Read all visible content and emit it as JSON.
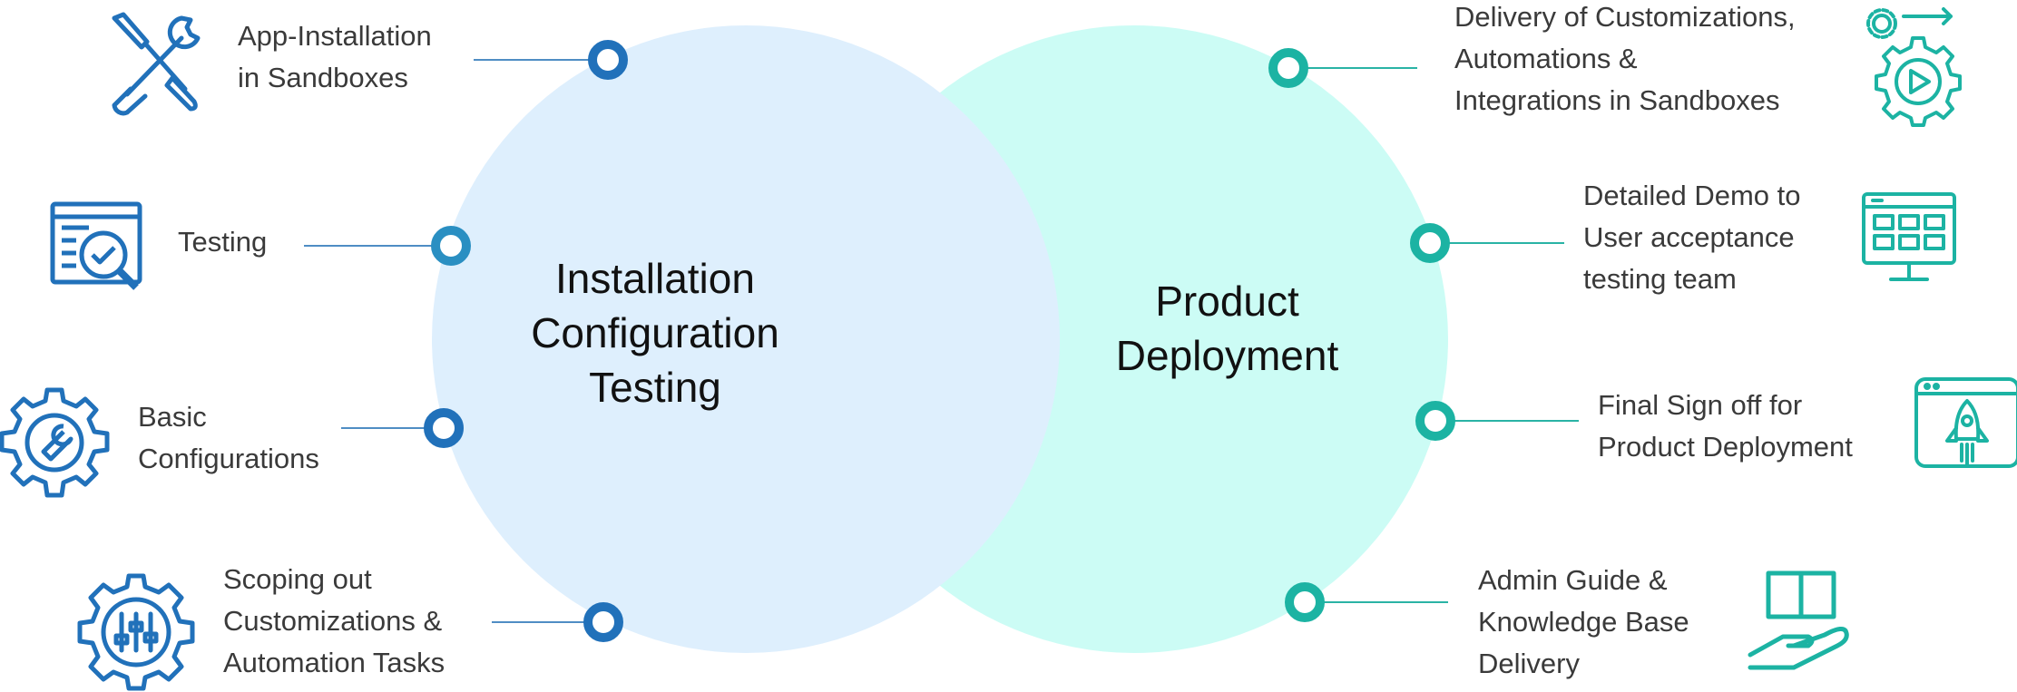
{
  "colors": {
    "left_circle": "#deeffd",
    "right_circle": "#ccfcf5",
    "blue_dark": "#2171ba",
    "blue_mid": "#2a8fc2",
    "teal": "#1cb3a3",
    "connector_blue": "#4f8dc4",
    "connector_teal": "#2ab3a5",
    "text": "#3a3a3a",
    "title": "#111111"
  },
  "left_circle": {
    "title_lines": [
      "Installation",
      "Configuration",
      "Testing"
    ],
    "items": [
      {
        "lines": [
          "App-Installation",
          "in Sandboxes"
        ],
        "icon": "tools-icon"
      },
      {
        "lines": [
          "Testing"
        ],
        "icon": "testing-window-icon"
      },
      {
        "lines": [
          "Basic",
          "Configurations"
        ],
        "icon": "wrench-gear-icon"
      },
      {
        "lines": [
          "Scoping out",
          "Customizations &",
          "Automation Tasks"
        ],
        "icon": "sliders-gear-icon"
      }
    ]
  },
  "right_circle": {
    "title_lines": [
      "Product",
      "Deployment"
    ],
    "items": [
      {
        "lines": [
          "Delivery of Customizations,",
          "Automations &",
          "Integrations in Sandboxes"
        ],
        "icon": "gear-play-icon"
      },
      {
        "lines": [
          "Detailed Demo to",
          "User acceptance",
          "testing team"
        ],
        "icon": "monitor-grid-icon"
      },
      {
        "lines": [
          "Final Sign off for",
          "Product Deployment"
        ],
        "icon": "rocket-window-icon"
      },
      {
        "lines": [
          "Admin Guide &",
          "Knowledge Base",
          "Delivery"
        ],
        "icon": "book-hand-icon"
      }
    ]
  }
}
